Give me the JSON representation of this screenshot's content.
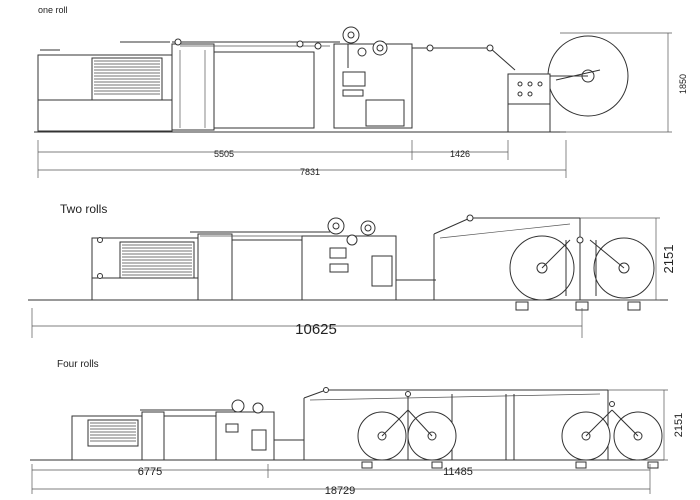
{
  "sections": [
    {
      "title": "one roll",
      "dims": {
        "a": "5505",
        "b": "1426",
        "total": "7831",
        "height": "1850"
      }
    },
    {
      "title": "Two rolls",
      "dims": {
        "total": "10625",
        "height": "2151"
      }
    },
    {
      "title": "Four rolls",
      "dims": {
        "a": "6775",
        "b": "11485",
        "total": "18729",
        "height": "2151"
      }
    }
  ]
}
